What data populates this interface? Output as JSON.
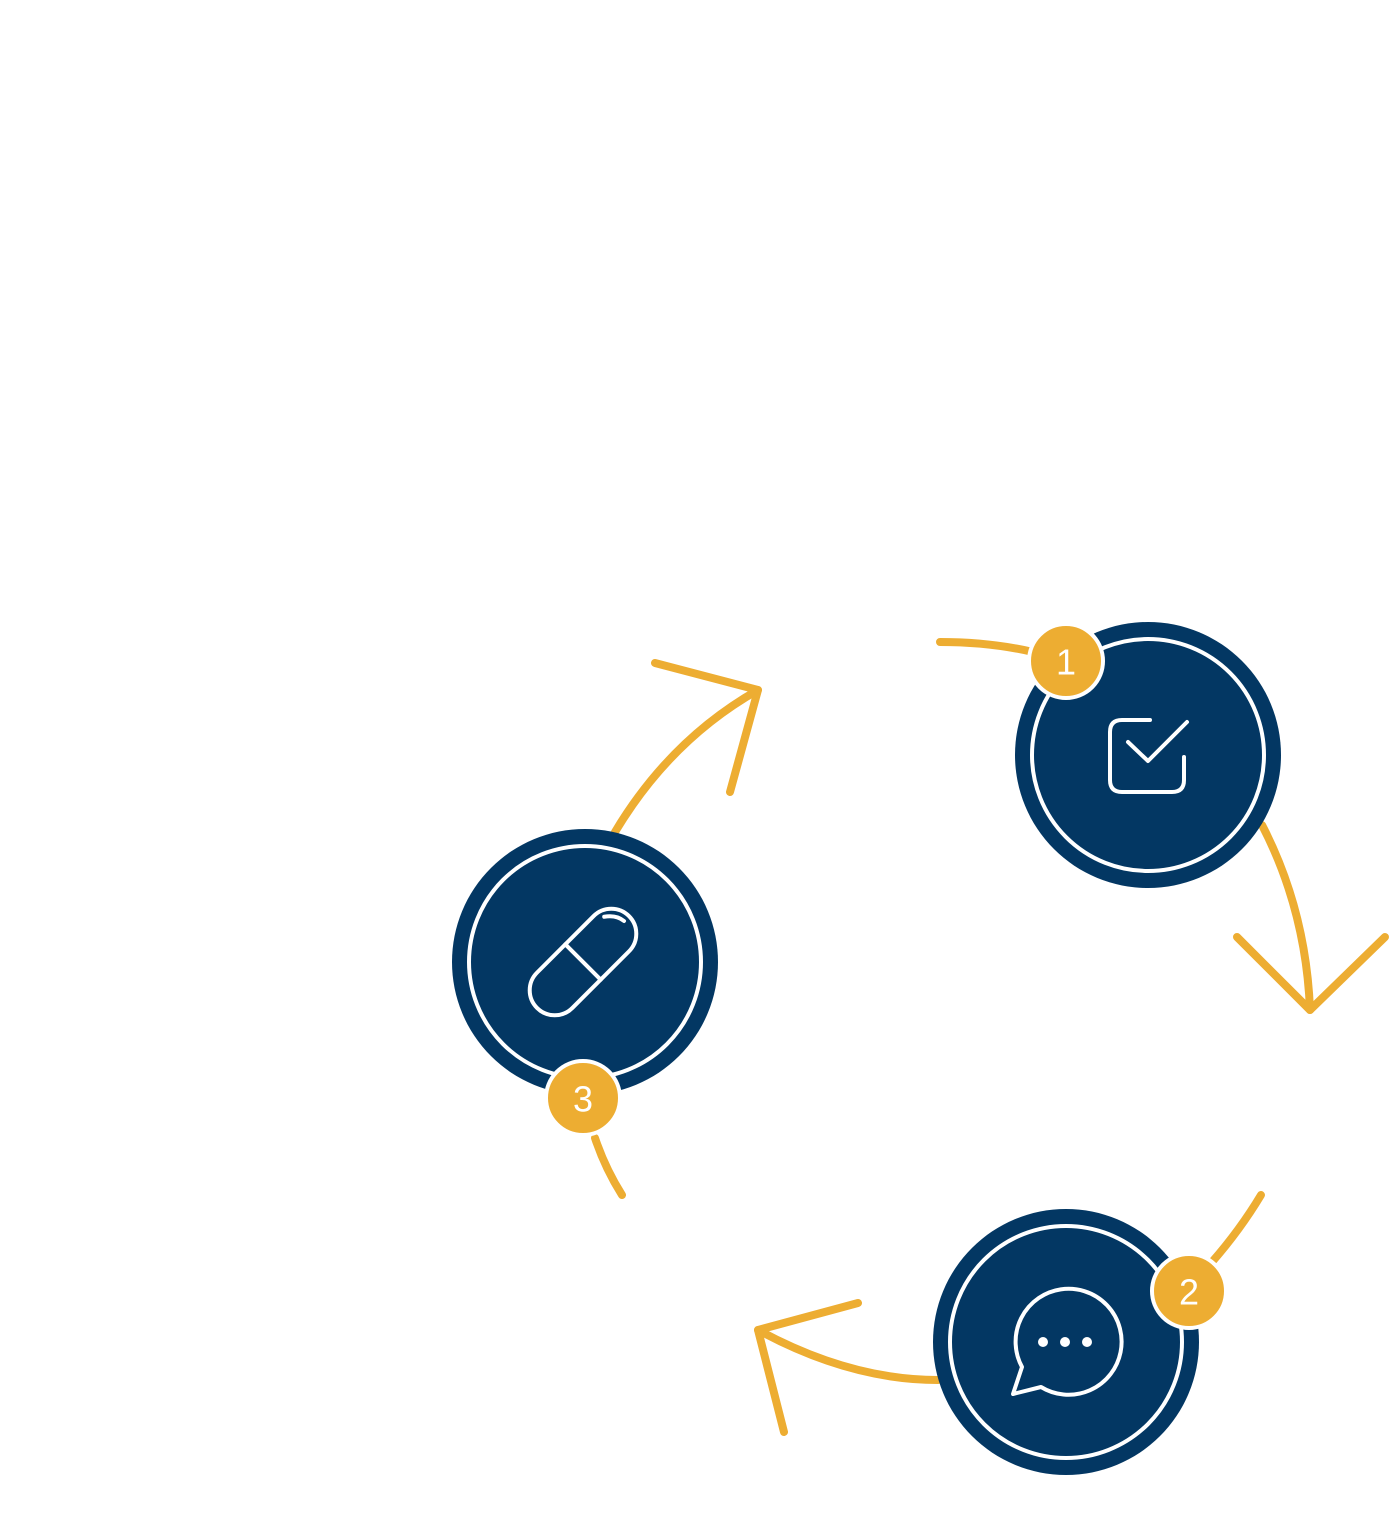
{
  "colors": {
    "navy": "#033763",
    "gold": "#EDAD32",
    "white": "#FFFFFF"
  },
  "steps": [
    {
      "number": "1",
      "icon": "checkbox-icon"
    },
    {
      "number": "2",
      "icon": "chat-bubble-icon"
    },
    {
      "number": "3",
      "icon": "pill-capsule-icon"
    }
  ]
}
